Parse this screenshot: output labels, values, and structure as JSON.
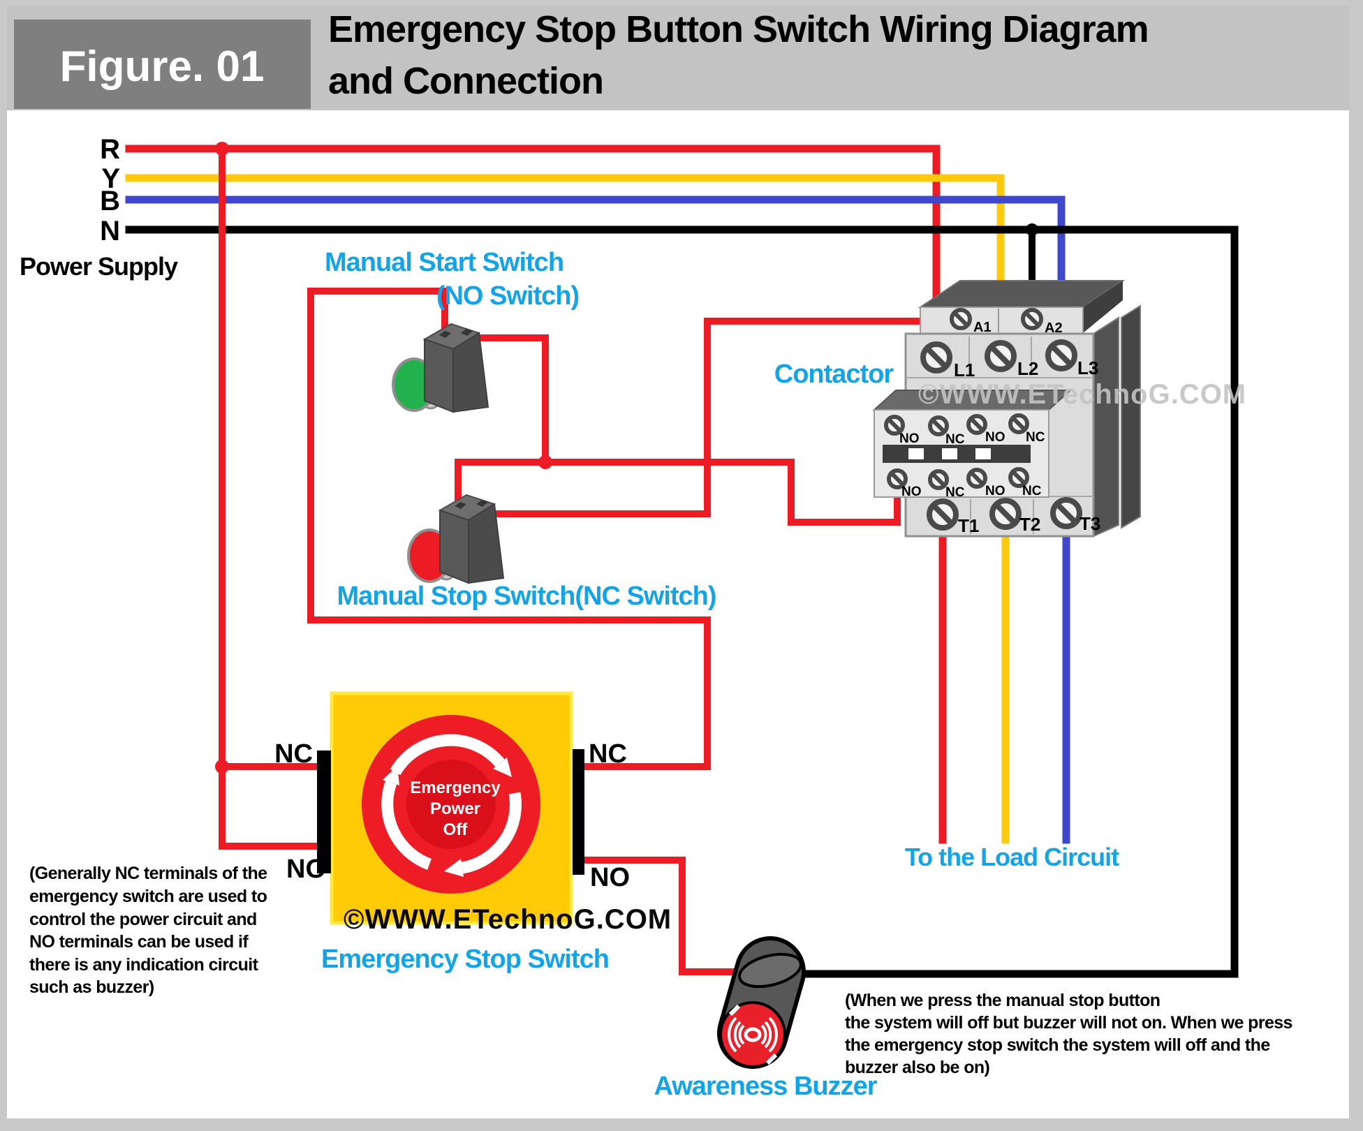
{
  "header": {
    "figure_label": "Figure. 01",
    "title_line1": "Emergency Stop Button Switch Wiring Diagram",
    "title_line2": "and Connection"
  },
  "power_supply": {
    "label": "Power Supply",
    "phase_r": "R",
    "phase_y": "Y",
    "phase_b": "B",
    "phase_n": "N"
  },
  "switches": {
    "start_label_line1": "Manual Start Switch",
    "start_label_line2": "(NO Switch)",
    "stop_label": "Manual Stop Switch(NC Switch)"
  },
  "contactor": {
    "label": "Contactor",
    "watermark": "©WWW.ETechnoG.COM",
    "coil": [
      "A1",
      "A2"
    ],
    "line_terminals": [
      "L1",
      "L2",
      "L3"
    ],
    "load_terminals": [
      "T1",
      "T2",
      "T3"
    ],
    "aux_top": [
      "NO",
      "NC",
      "NO",
      "NC"
    ],
    "aux_bottom": [
      "NO",
      "NC",
      "NO",
      "NC"
    ]
  },
  "emergency_stop": {
    "label": "Emergency Stop Switch",
    "watermark": "©WWW.ETechnoG.COM",
    "button_text": [
      "Emergency",
      "Power",
      "Off"
    ],
    "left_top": "NC",
    "left_bottom": "NO",
    "right_top": "NC",
    "right_bottom": "NO"
  },
  "load": {
    "label": "To the Load Circuit"
  },
  "buzzer": {
    "label": "Awareness Buzzer"
  },
  "notes": {
    "left": [
      "(Generally NC terminals of the",
      "emergency switch are used to",
      "control the power circuit and",
      "NO terminals can be used if",
      "there is any indication circuit",
      "such as buzzer)"
    ],
    "right": [
      "(When we press the manual stop button",
      "the system will off but buzzer will not on. When we press",
      "the emergency stop switch the system will off and the",
      "buzzer also be on)"
    ]
  },
  "colors": {
    "wire_red": "#ed1c24",
    "wire_yellow": "#ffc90e",
    "wire_blue": "#3f48cc",
    "wire_black": "#000000",
    "label_cyan": "#12a3e8",
    "button_green": "#22b14c",
    "estop_yellow": "#ffcb07",
    "estop_red": "#ee1c25",
    "figure_box_gray": "#7f7f7f",
    "header_band_gray": "#c3c3c3",
    "frame_gray": "#c9c9c9"
  }
}
